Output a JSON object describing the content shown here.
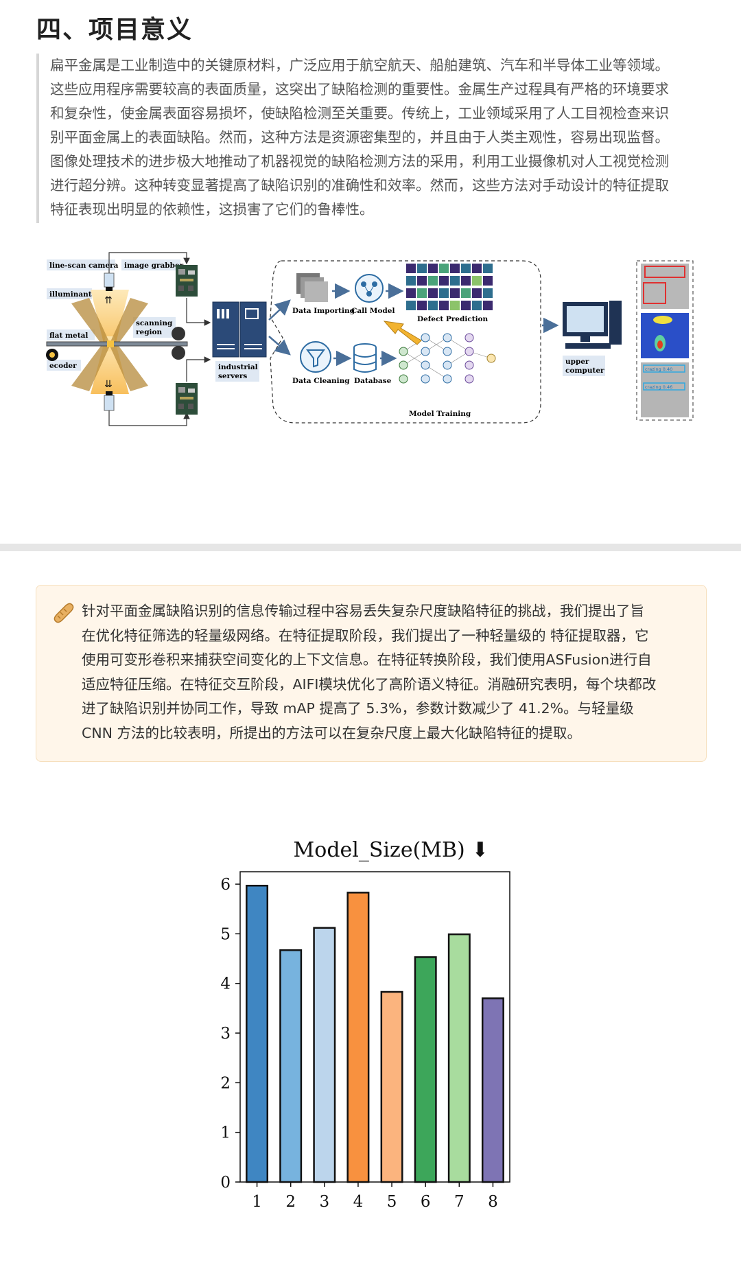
{
  "header": {
    "title": "四、项目意义"
  },
  "intro": {
    "lines": [
      "扁平金属是工业制造中的关键原材料，广泛应用于航空航天、船舶建筑、汽车和半导体工业等领域。",
      "这些应用程序需要较高的表面质量，这突出了缺陷检测的重要性。金属生产过程具有严格的环境要求",
      "和复杂性，使金属表面容易损坏，使缺陷检测至关重要。传统上，工业领域采用了人工目视检查来识",
      "别平面金属上的表面缺陷。然而，这种方法是资源密集型的，并且由于人类主观性，容易出现监督。",
      "图像处理技术的进步极大地推动了机器视觉的缺陷检测方法的采用，利用工业摄像机对人工视觉检测",
      "进行超分辨。这种转变显著提高了缺陷识别的准确性和效率。然而，这些方法对手动设计的特征提取",
      "特征表现出明显的依赖性，这损害了它们的鲁棒性。"
    ]
  },
  "diagram": {
    "line_scan_camera": "line-scan camera",
    "image_grabber": "image grabber",
    "illuminant": "illuminant",
    "scanning_region": "scanning region",
    "scanning_region_l1": "scanning",
    "scanning_region_l2": "region",
    "flat_metal": "flat metal",
    "ecoder": "ecoder",
    "industrial_servers_l1": "industrial",
    "industrial_servers_l2": "servers",
    "data_importing": "Data Importing",
    "call_model": "Call Model",
    "defect_prediction": "Defect Prediction",
    "data_cleaning": "Data Cleaning",
    "database": "Database",
    "model_training": "Model Training",
    "upper_computer_l1": "upper",
    "upper_computer_l2": "computer",
    "crazing_1": "crazing 0.40",
    "crazing_2": "crazing 0.46"
  },
  "note": {
    "icon": "bread-icon",
    "lines": [
      "针对平面金属缺陷识别的信息传输过程中容易丢失复杂尺度缺陷特征的挑战，我们提出了旨",
      "在优化特征筛选的轻量级网络。在特征提取阶段，我们提出了一种轻量级的 特征提取器，它",
      "使用可变形卷积来捕获空间变化的上下文信息。在特征转换阶段，我们使用ASFusion进行自",
      "适应特征压缩。在特征交互阶段，AIFI模块优化了高阶语义特征。消融研究表明，每个块都改",
      "进了缺陷识别并协同工作，导致 mAP 提高了 5.3%，参数计数减少了 41.2%。与轻量级",
      "CNN 方法的比较表明，所提出的方法可以在复杂尺度上最大化缺陷特征的提取。"
    ]
  },
  "chart_data": {
    "type": "bar",
    "title": "Model_Size(MB) ⬇",
    "categories": [
      "1",
      "2",
      "3",
      "4",
      "5",
      "6",
      "7",
      "8"
    ],
    "values": [
      5.97,
      4.67,
      5.12,
      5.83,
      3.83,
      4.53,
      4.99,
      3.7
    ],
    "colors": [
      "#3f86c2",
      "#77b3de",
      "#bcd5ec",
      "#f8913f",
      "#fbb47e",
      "#3da65a",
      "#a8dc9e",
      "#7e74b4"
    ],
    "ylim": [
      0,
      6.25
    ],
    "yticks": [
      "0",
      "1",
      "2",
      "3",
      "4",
      "5",
      "6"
    ],
    "xlabel": "",
    "ylabel": "",
    "grid": false,
    "legend": "none"
  }
}
